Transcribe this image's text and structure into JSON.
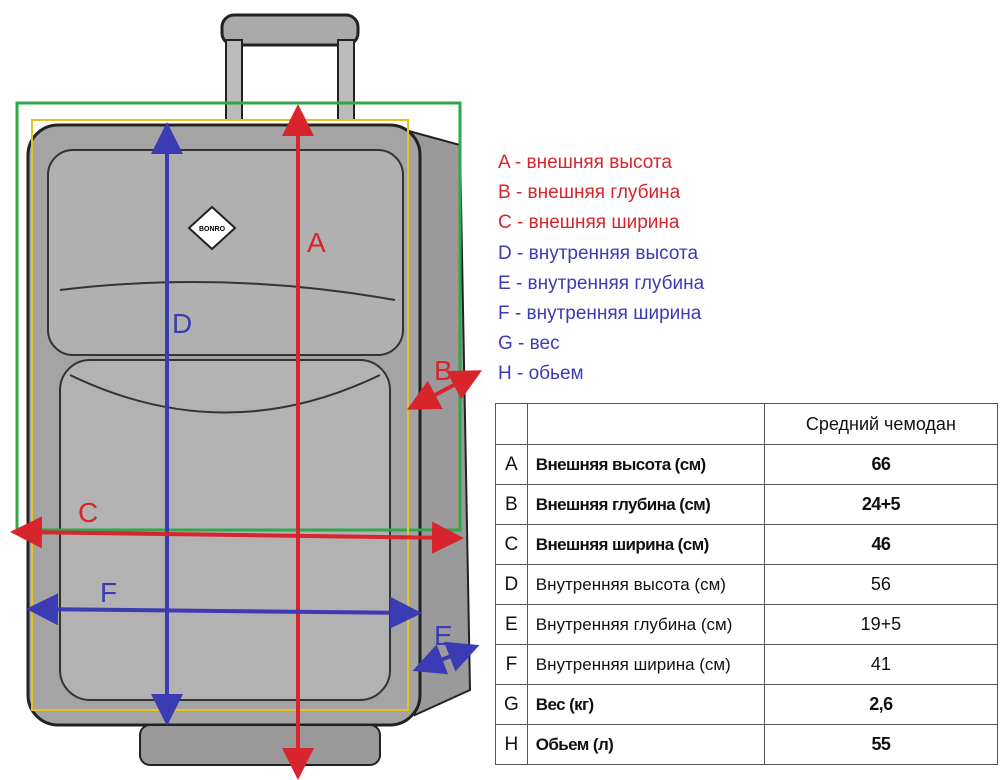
{
  "logo": "BONRO",
  "diagram_labels": {
    "A": "A",
    "B": "B",
    "C": "C",
    "D": "D",
    "E": "E",
    "F": "F"
  },
  "legend": [
    {
      "text": "A - внешняя высота",
      "color": "red"
    },
    {
      "text": "B - внешняя глубина",
      "color": "red"
    },
    {
      "text": "C - внешняя ширина",
      "color": "red"
    },
    {
      "text": "D - внутренняя высота",
      "color": "blue"
    },
    {
      "text": "E - внутренняя глубина",
      "color": "blue"
    },
    {
      "text": "F - внутренняя ширина",
      "color": "blue"
    },
    {
      "text": "G - вес",
      "color": "blue"
    },
    {
      "text": "H - обьем",
      "color": "blue"
    }
  ],
  "table": {
    "header": "Средний чемодан",
    "rows": [
      {
        "letter": "A",
        "label": "Внешняя высота (см)",
        "value": "66",
        "bold": true
      },
      {
        "letter": "B",
        "label": "Внешняя глубина (см)",
        "value": "24+5",
        "bold": true
      },
      {
        "letter": "C",
        "label": "Внешняя ширина (см)",
        "value": "46",
        "bold": true
      },
      {
        "letter": "D",
        "label": "Внутренняя высота (см)",
        "value": "56",
        "bold": false
      },
      {
        "letter": "E",
        "label": "Внутренняя глубина (см)",
        "value": "19+5",
        "bold": false
      },
      {
        "letter": "F",
        "label": "Внутренняя ширина (см)",
        "value": "41",
        "bold": false
      },
      {
        "letter": "G",
        "label": "Вес (кг)",
        "value": "2,6",
        "bold": true
      },
      {
        "letter": "H",
        "label": "Обьем (л)",
        "value": "55",
        "bold": true
      }
    ]
  },
  "colors": {
    "outer": "#d8242c",
    "inner": "#3b3bb3",
    "green": "#2fa84a",
    "yellow": "#e8c020"
  }
}
